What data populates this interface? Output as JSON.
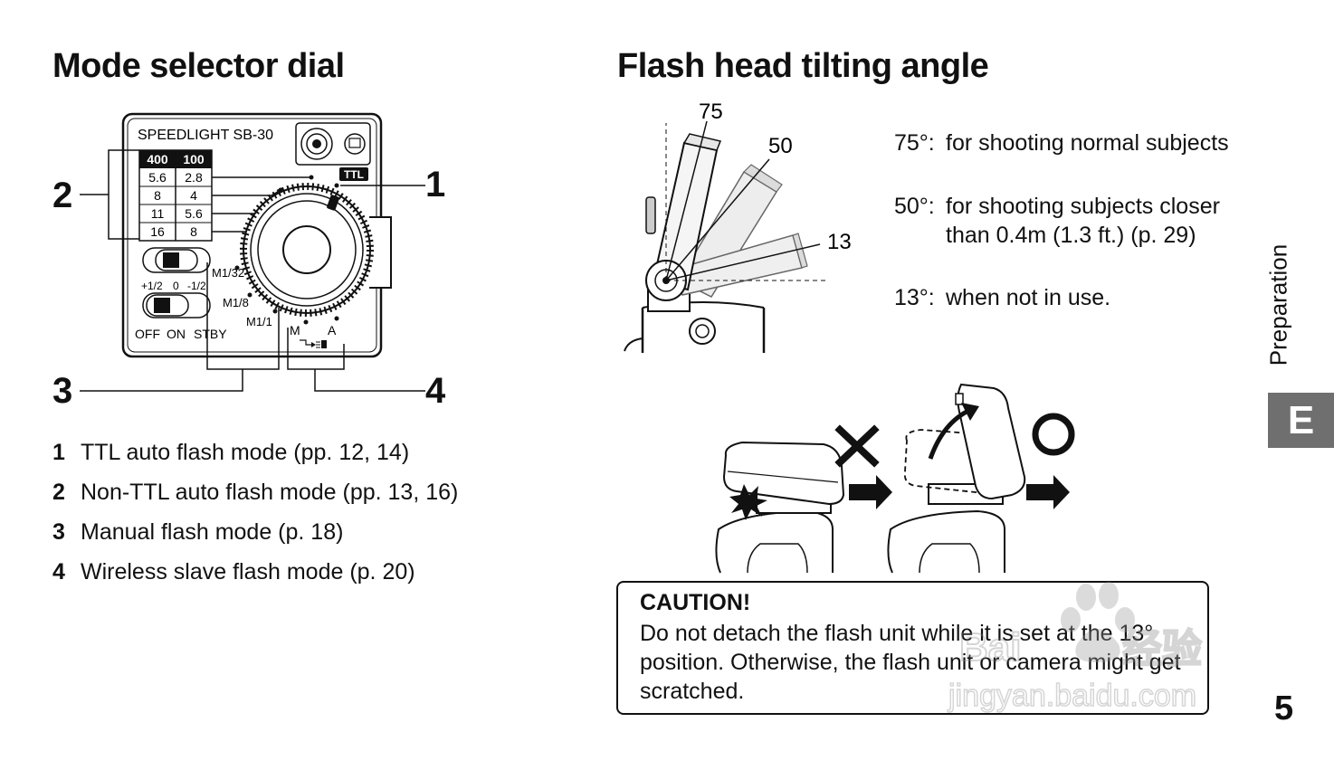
{
  "left": {
    "heading": "Mode selector dial",
    "panel": {
      "title": "SPEEDLIGHT SB-30",
      "ttl_badge": "TTL",
      "aperture_table": {
        "headers": [
          "400",
          "100"
        ],
        "rows": [
          [
            "5.6",
            "2.8"
          ],
          [
            "8",
            "4"
          ],
          [
            "11",
            "5.6"
          ],
          [
            "16",
            "8"
          ]
        ]
      },
      "ev_labels": [
        "+1/2",
        "0",
        "-1/2"
      ],
      "power_labels": [
        "OFF",
        "ON",
        "STBY"
      ],
      "manual_labels": [
        "M1/32",
        "M1/8",
        "M1/1"
      ],
      "slave_labels": [
        "M",
        "A"
      ]
    },
    "callouts": [
      "1",
      "2",
      "3",
      "4"
    ],
    "legend": [
      {
        "num": "1",
        "text": "TTL auto flash mode (pp. 12, 14)"
      },
      {
        "num": "2",
        "text": "Non-TTL auto flash mode (pp. 13, 16)"
      },
      {
        "num": "3",
        "text": "Manual flash mode (p. 18)"
      },
      {
        "num": "4",
        "text": "Wireless slave flash mode (p. 20)"
      }
    ]
  },
  "right": {
    "heading": "Flash head tilting angle",
    "diagram_labels": [
      "75",
      "50",
      "13"
    ],
    "angles": [
      {
        "deg": "75°:",
        "desc": "for shooting normal subjects"
      },
      {
        "deg": "50°:",
        "desc": "for shooting subjects closer than 0.4m (1.3 ft.) (p. 29)"
      },
      {
        "deg": "13°:",
        "desc": "when not in use."
      }
    ],
    "caution": {
      "title": "CAUTION!",
      "text": "Do not detach the flash unit while it is set at the 13° position. Otherwise, the flash unit or camera might get scratched."
    }
  },
  "side_tab": {
    "label": "Preparation",
    "letter": "E"
  },
  "page_number": "5",
  "watermark": "Baidu经验 jingyan.baidu.com"
}
